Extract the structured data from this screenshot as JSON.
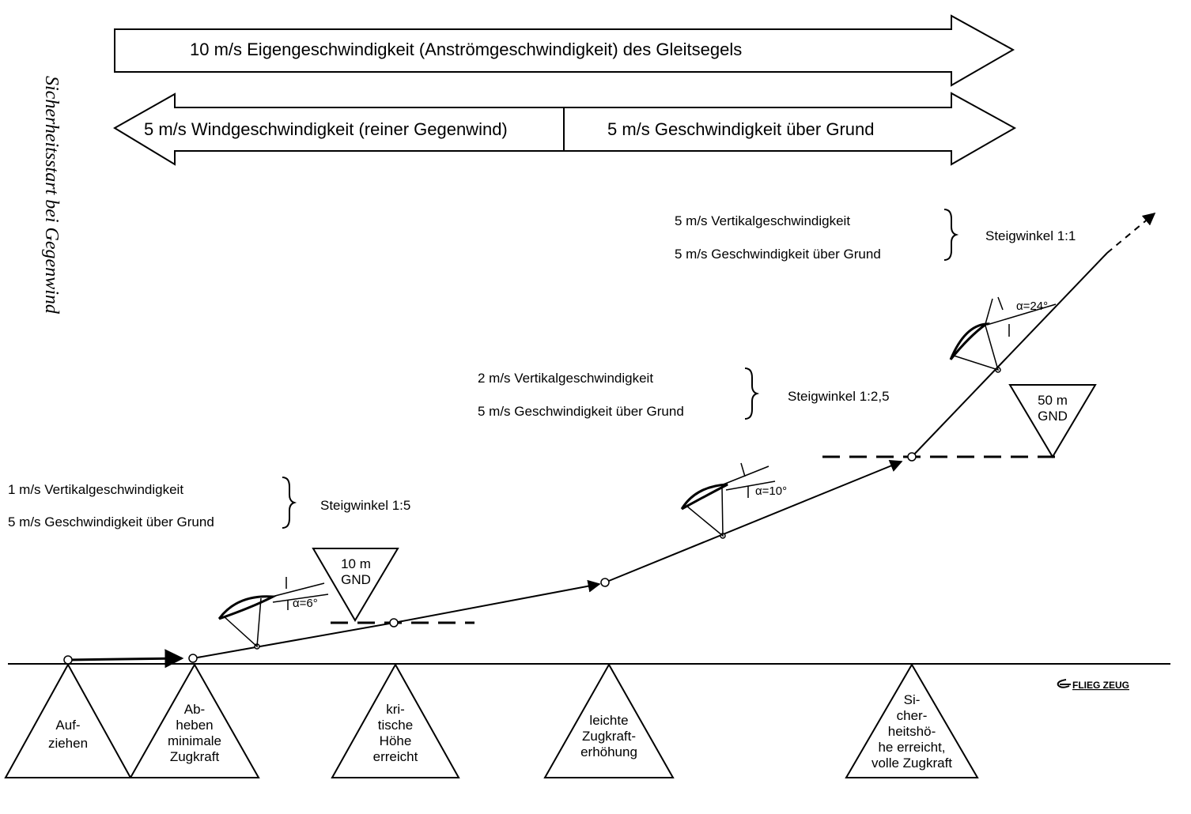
{
  "side_title": "Sicherheitsstart bei Gegenwind",
  "arrows": {
    "airspeed": "10 m/s Eigengeschwindigkeit (Anströmgeschwindigkeit) des Gleitsegels",
    "wind": "5 m/s Windgeschwindigkeit (reiner Gegenwind)",
    "groundspeed": "5 m/s Geschwindigkeit über Grund"
  },
  "phases": [
    {
      "vertical": "1 m/s  Vertikalgeschwindigkeit",
      "ground": "5 m/s  Geschwindigkeit über Grund",
      "climb": "Steigwinkel  1:5",
      "alpha": "α=6°"
    },
    {
      "vertical": "2 m/s  Vertikalgeschwindigkeit",
      "ground": "5 m/s  Geschwindigkeit über Grund",
      "climb": "Steigwinkel  1:2,5",
      "alpha": "α=10°"
    },
    {
      "vertical": "5 m/s  Vertikalgeschwindigkeit",
      "ground": "5 m/s  Geschwindigkeit über Grund",
      "climb": "Steigwinkel  1:1",
      "alpha": "α=24°"
    }
  ],
  "height_markers": [
    {
      "lines": [
        "10 m",
        "GND"
      ]
    },
    {
      "lines": [
        "50 m",
        "GND"
      ]
    }
  ],
  "stages": [
    {
      "lines": [
        "Auf-",
        "ziehen"
      ]
    },
    {
      "lines": [
        "Ab-",
        "heben",
        "minimale",
        "Zugkraft"
      ]
    },
    {
      "lines": [
        "kri-",
        "tische",
        "Höhe",
        "erreicht"
      ]
    },
    {
      "lines": [
        "leichte",
        "Zugkraft-",
        "erhöhung"
      ]
    },
    {
      "lines": [
        "Si-",
        "cher-",
        "heitshö-",
        "he erreicht,",
        "volle Zugkraft"
      ]
    }
  ],
  "logo": "FLIEG ZEUG"
}
